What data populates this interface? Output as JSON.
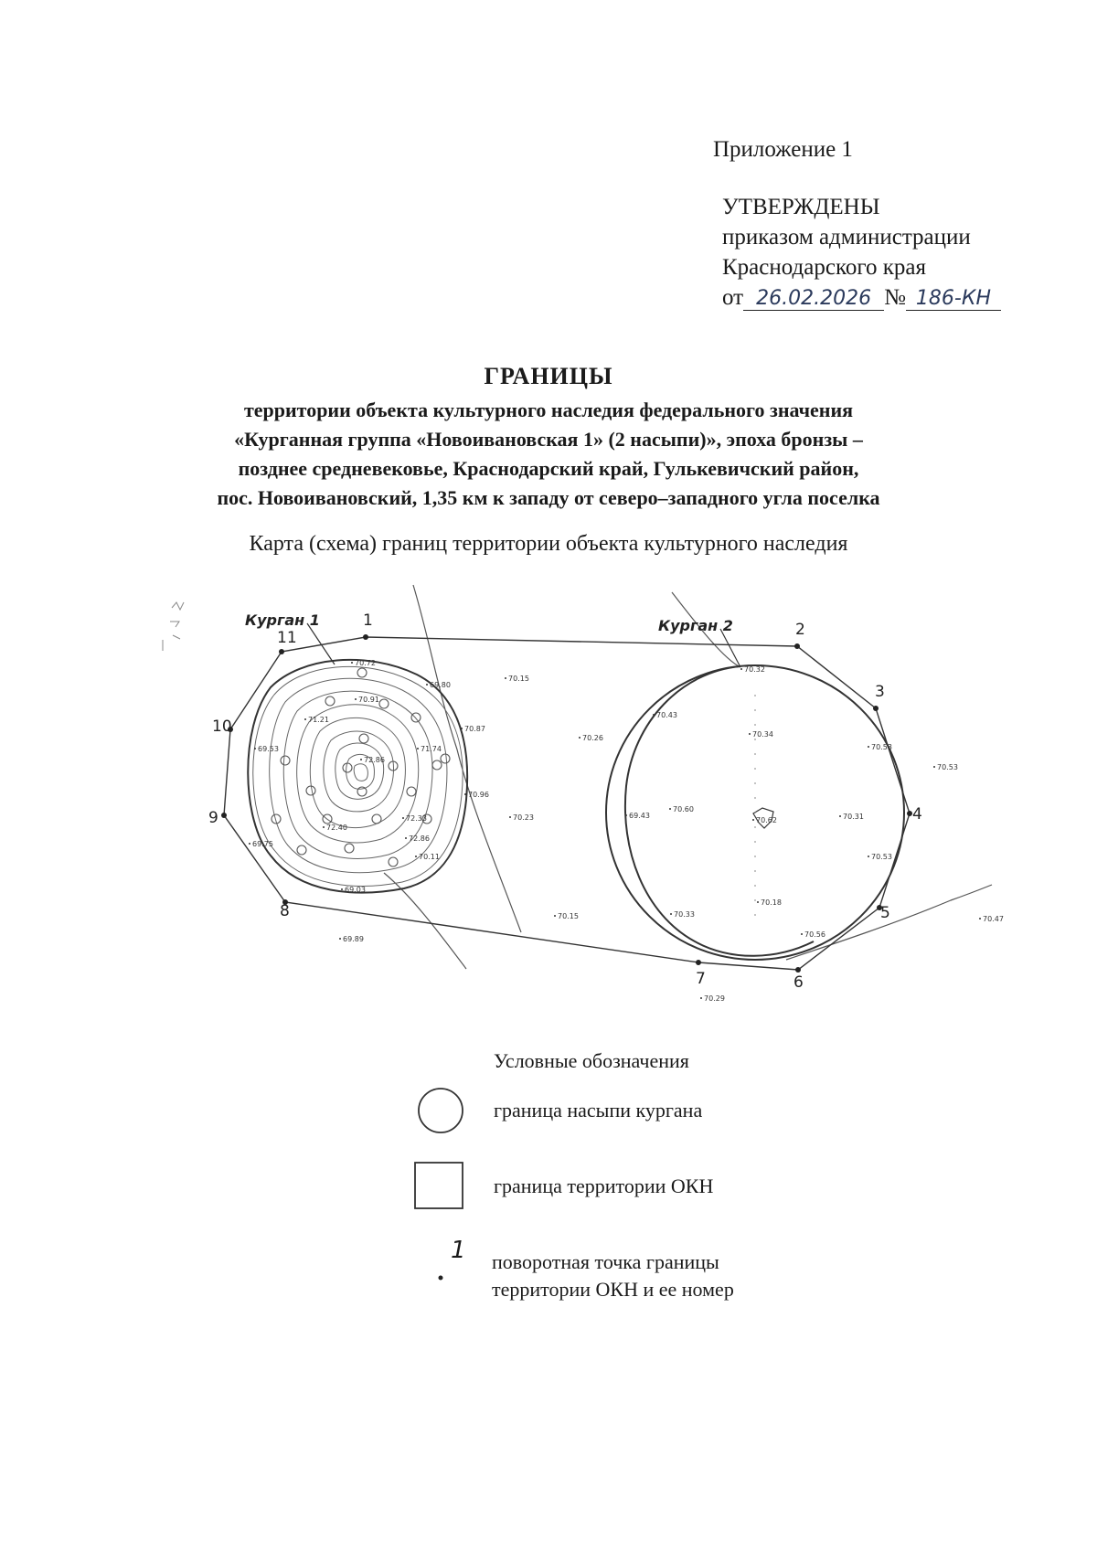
{
  "header": {
    "appendix": "Приложение 1",
    "approved_title": "УТВЕРЖДЕНЫ",
    "approved_line2": "приказом администрации",
    "approved_line3": "Краснодарского края",
    "date_prefix": "от",
    "date_handwritten": "26.02.2026",
    "number_prefix": "№",
    "number_handwritten": "186-КН"
  },
  "title": {
    "heading": "ГРАНИЦЫ",
    "lines": [
      "территории объекта культурного наследия федерального значения",
      "«Курганная группа «Новоивановская 1» (2 насыпи)», эпоха бронзы –",
      "позднее средневековье, Краснодарский край, Гулькевичский район,",
      "пос. Новоивановский, 1,35 км к западу от северо–западного угла поселка"
    ]
  },
  "map": {
    "subtitle": "Карта (схема) границ территории объекта культурного наследия",
    "mound_labels": [
      "Курган 1",
      "Курган 2"
    ],
    "boundary_points": [
      "1",
      "2",
      "3",
      "4",
      "5",
      "6",
      "7",
      "8",
      "9",
      "10",
      "11"
    ],
    "elevations": [
      "70.72",
      "69.80",
      "70.15",
      "70.87",
      "71.21",
      "70.91",
      "70.26",
      "70.96",
      "71.74",
      "69.53",
      "72.86",
      "70.23",
      "72.40",
      "72.33",
      "69.75",
      "72.86",
      "70.11",
      "69.03",
      "70.15",
      "69.89",
      "70.32",
      "70.43",
      "70.34",
      "70.53",
      "70.53",
      "69.43",
      "70.60",
      "70.62",
      "70.31",
      "70.53",
      "70.18",
      "70.33",
      "70.56",
      "70.29",
      "70.47"
    ]
  },
  "legend": {
    "title": "Условные обозначения",
    "mound_boundary": "граница насыпи кургана",
    "okn_boundary": "граница территории ОКН",
    "turn_point_symbol": "1",
    "turn_point_line1": "поворотная точка границы",
    "turn_point_line2": "территории ОКН и ее номер"
  },
  "colors": {
    "ink": "#1a1a1a",
    "handwriting": "#2b3a5c",
    "grey_line": "#555555"
  }
}
